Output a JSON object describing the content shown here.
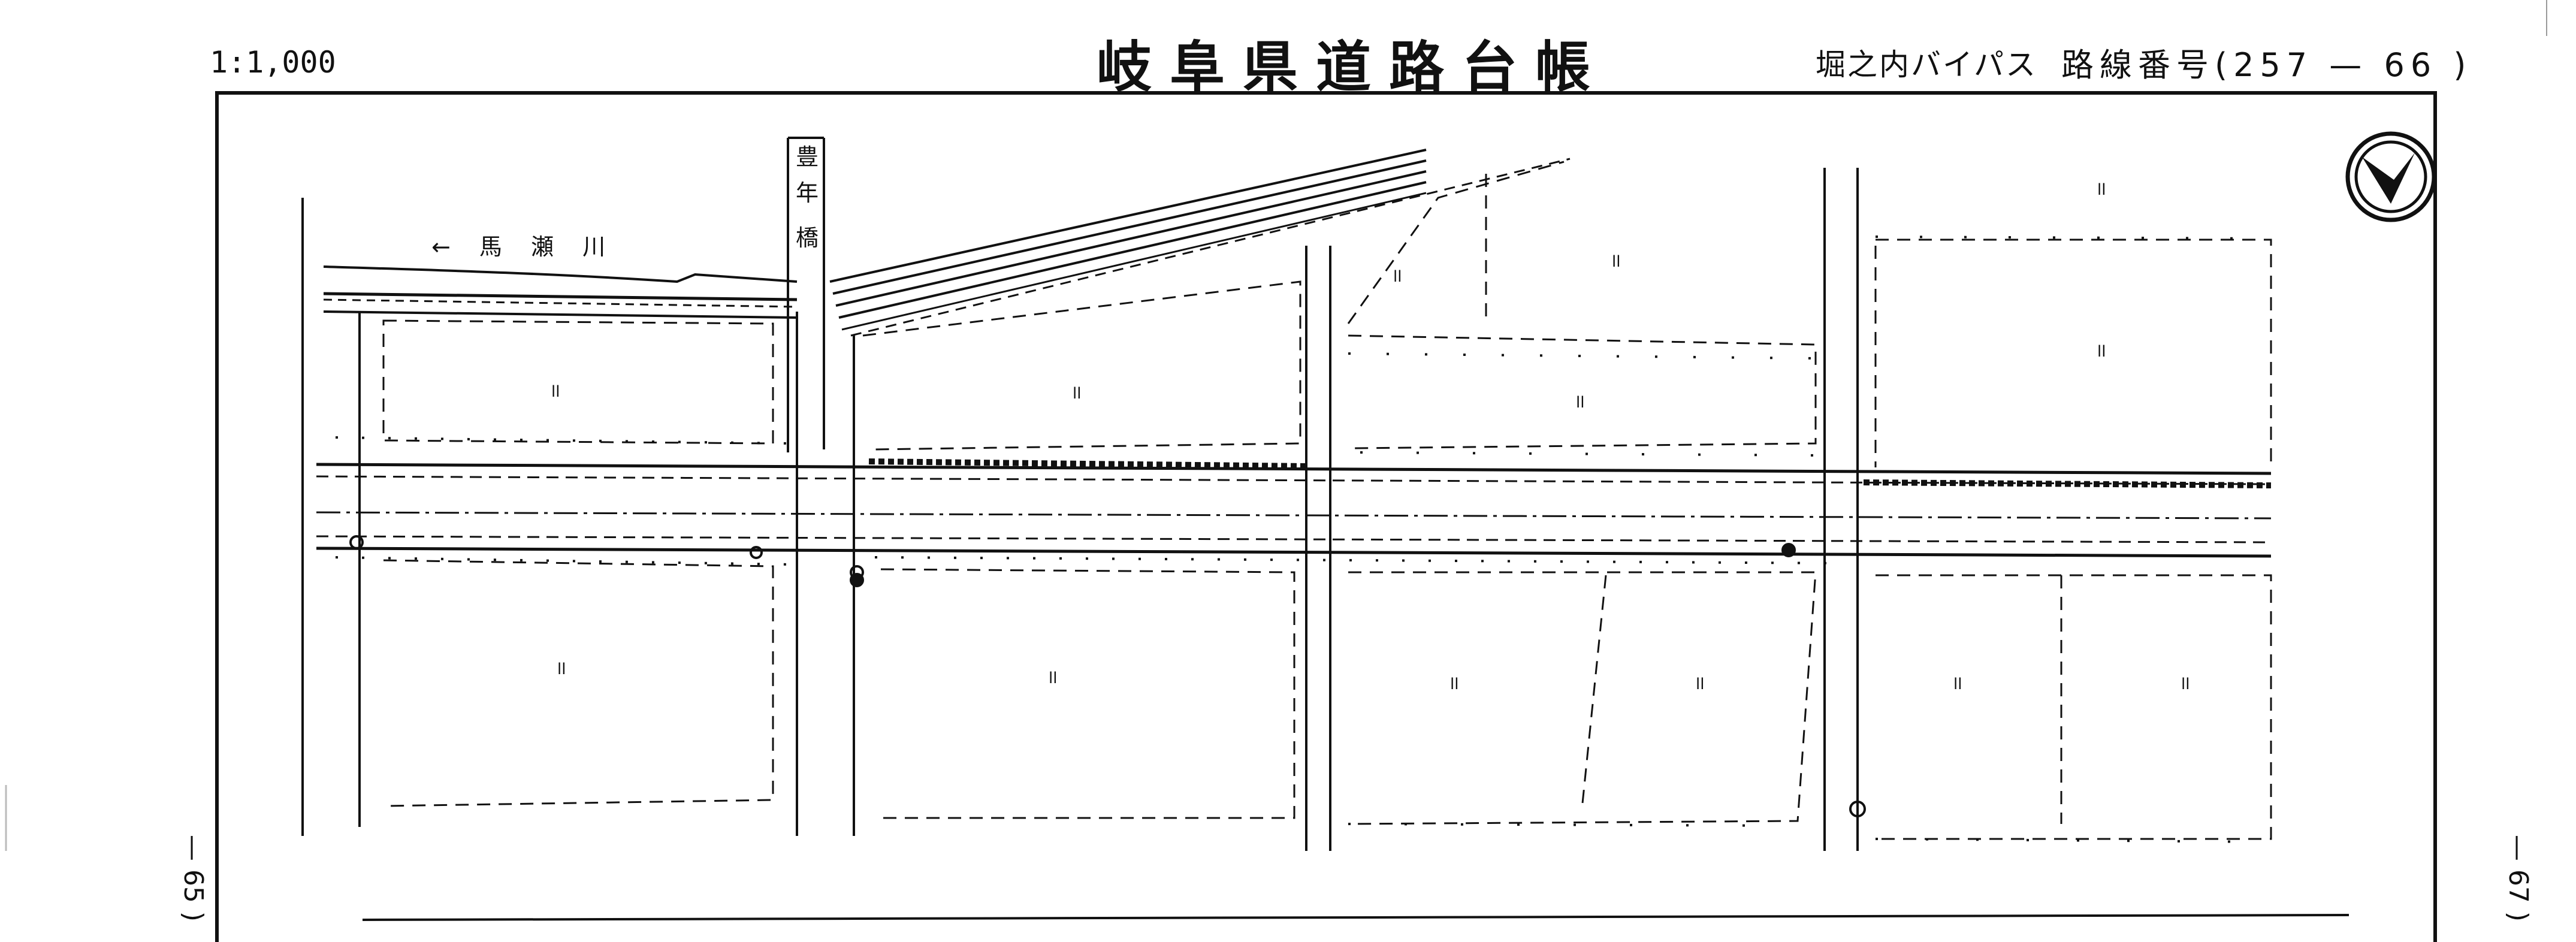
{
  "header": {
    "scale": "1:1,000",
    "title": "岐阜県道路台帳",
    "subtitle": "堀之内バイパス",
    "route_number": "路線番号(257 — 66 )"
  },
  "page_numbers": {
    "left": "— 65 )",
    "right": "— 67 )"
  },
  "map": {
    "river_label": "← 馬 瀬 川",
    "bridge_chars": [
      "豊",
      "年",
      "橋"
    ],
    "parcel_mark": "ll"
  }
}
